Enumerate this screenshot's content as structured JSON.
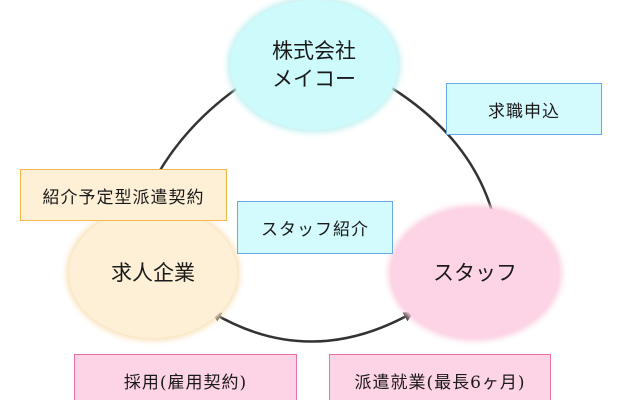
{
  "diagram": {
    "nodes": {
      "company": {
        "lines": [
          "株式会社",
          "メイコー"
        ],
        "color": "#cdfafa"
      },
      "employer": {
        "label": "求人企業",
        "color": "#fdf0d6"
      },
      "staff": {
        "label": "スタッフ",
        "color": "#fdd3e6"
      }
    },
    "edges": [
      {
        "from": "company",
        "to": "employer",
        "direction": "both",
        "label": "紹介予定型派遣契約"
      },
      {
        "from": "company",
        "to": "staff",
        "direction": "both",
        "label": "求職申込"
      },
      {
        "from": "employer",
        "to": "staff",
        "direction": "both",
        "label": ""
      }
    ],
    "labels": {
      "kyushoku": "求職申込",
      "shokai_yotei": "紹介予定型派遣契約",
      "staff_shokai": "スタッフ紹介",
      "saiyo": "採用(雇用契約)",
      "haken": "派遣就業(最長6ヶ月)"
    },
    "colors": {
      "arrow": "#333333",
      "blue_border": "#6aa8e6",
      "orange_border": "#f2b84a",
      "pink_border": "#ee6fa5"
    }
  }
}
